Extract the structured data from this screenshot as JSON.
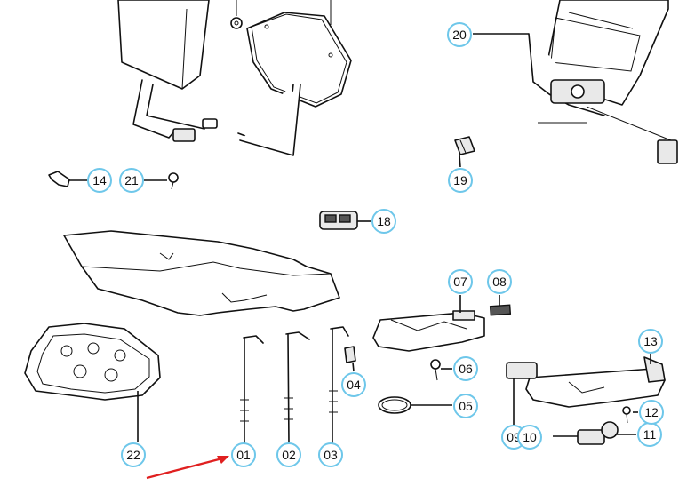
{
  "diagram": {
    "callouts": [
      {
        "id": "c01",
        "text": "01"
      },
      {
        "id": "c02",
        "text": "02"
      },
      {
        "id": "c03",
        "text": "03"
      },
      {
        "id": "c04",
        "text": "04"
      },
      {
        "id": "c05",
        "text": "05"
      },
      {
        "id": "c06",
        "text": "06"
      },
      {
        "id": "c07",
        "text": "07"
      },
      {
        "id": "c08",
        "text": "08"
      },
      {
        "id": "c09",
        "text": "09"
      },
      {
        "id": "c10",
        "text": "10"
      },
      {
        "id": "c11",
        "text": "11"
      },
      {
        "id": "c12",
        "text": "12"
      },
      {
        "id": "c13",
        "text": "13"
      },
      {
        "id": "c14",
        "text": "14"
      },
      {
        "id": "c18",
        "text": "18"
      },
      {
        "id": "c19",
        "text": "19"
      },
      {
        "id": "c20",
        "text": "20"
      },
      {
        "id": "c21",
        "text": "21"
      },
      {
        "id": "c22",
        "text": "22"
      }
    ],
    "colors": {
      "callout_ring": "#6ec7ea",
      "highlight_arrow": "#e02020",
      "line": "#111111"
    }
  }
}
